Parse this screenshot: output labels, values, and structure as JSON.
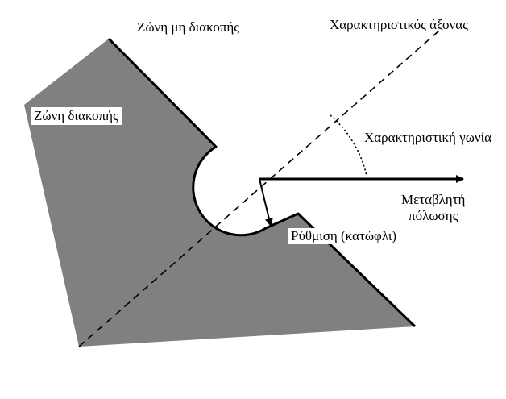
{
  "labels": {
    "non_trip_zone": "Ζώνη μη διακοπής",
    "characteristic_axis": "Χαρακτηριστικός άξονας",
    "trip_zone": "Ζώνη διακοπής",
    "characteristic_angle": "Χαρακτηριστική γωνία",
    "polarizing_quantity_line1": "Μεταβλητή",
    "polarizing_quantity_line2": "πόλωσης",
    "setting_threshold": "Ρύθμιση (κατώφλι)"
  },
  "colors": {
    "trip_zone_fill": "#808080",
    "outline": "#000000",
    "background": "#ffffff"
  }
}
